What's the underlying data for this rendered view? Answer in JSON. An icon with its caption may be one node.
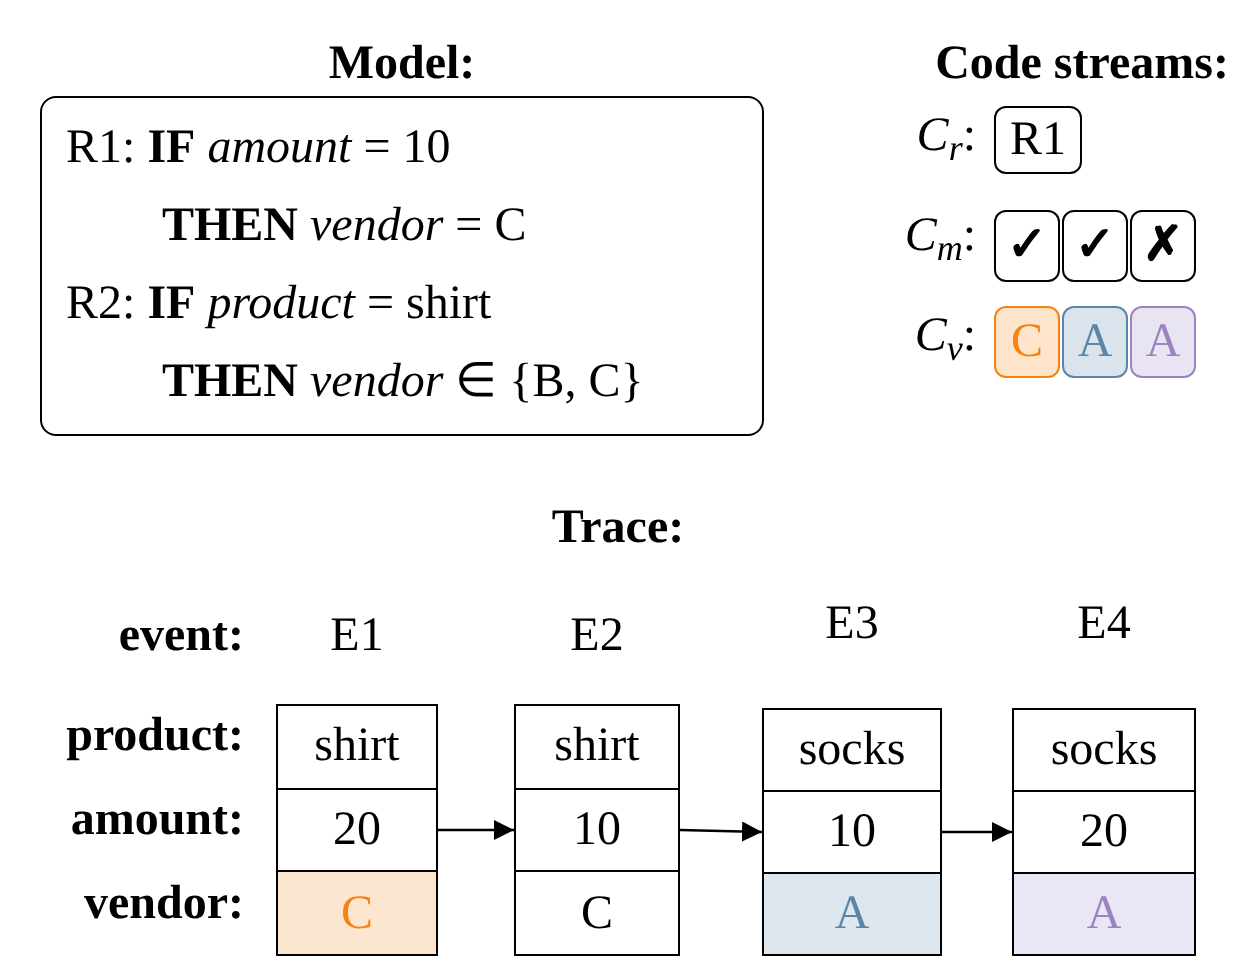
{
  "diagram": {
    "nodes": [
      {
        "text": [
          "R1: **IF** *amount* = 10",
          "**THEN** *vendor* = C",
          "R2: **IF** *product* = shirt",
          "**THEN** *vendor* ∈ {B, C}"
        ]
      },
      {
        "text": [
          "R1"
        ]
      },
      {
        "text": [
          "✓"
        ]
      },
      {
        "text": [
          "✓"
        ]
      },
      {
        "text": [
          "✗"
        ]
      },
      {
        "text": [
          "C"
        ]
      },
      {
        "text": [
          "A"
        ]
      },
      {
        "text": [
          "A"
        ]
      },
      {
        "text": [
          "shirt",
          "20",
          "C"
        ],
        "beside": [
          "E1"
        ]
      },
      {
        "text": [
          "shirt",
          "10",
          "C"
        ],
        "beside": [
          "E2"
        ]
      },
      {
        "text": [
          "socks",
          "10",
          "A"
        ],
        "beside": [
          "E3"
        ]
      },
      {
        "text": [
          "socks",
          "20",
          "A"
        ],
        "beside": [
          "E4"
        ]
      }
    ],
    "edges": [
      {
        "from": 8,
        "to": 9,
        "arrow": "to"
      },
      {
        "from": 9,
        "to": 10,
        "arrow": "to"
      },
      {
        "from": 10,
        "to": 11,
        "arrow": "to"
      }
    ],
    "labels": [
      "Model:",
      "Code streams:",
      "*C*$_{r}$:",
      "*C*$_{m}$:",
      "*C*$_{v}$:",
      "Trace:",
      "event:",
      "product:",
      "amount:",
      "vendor:"
    ]
  }
}
